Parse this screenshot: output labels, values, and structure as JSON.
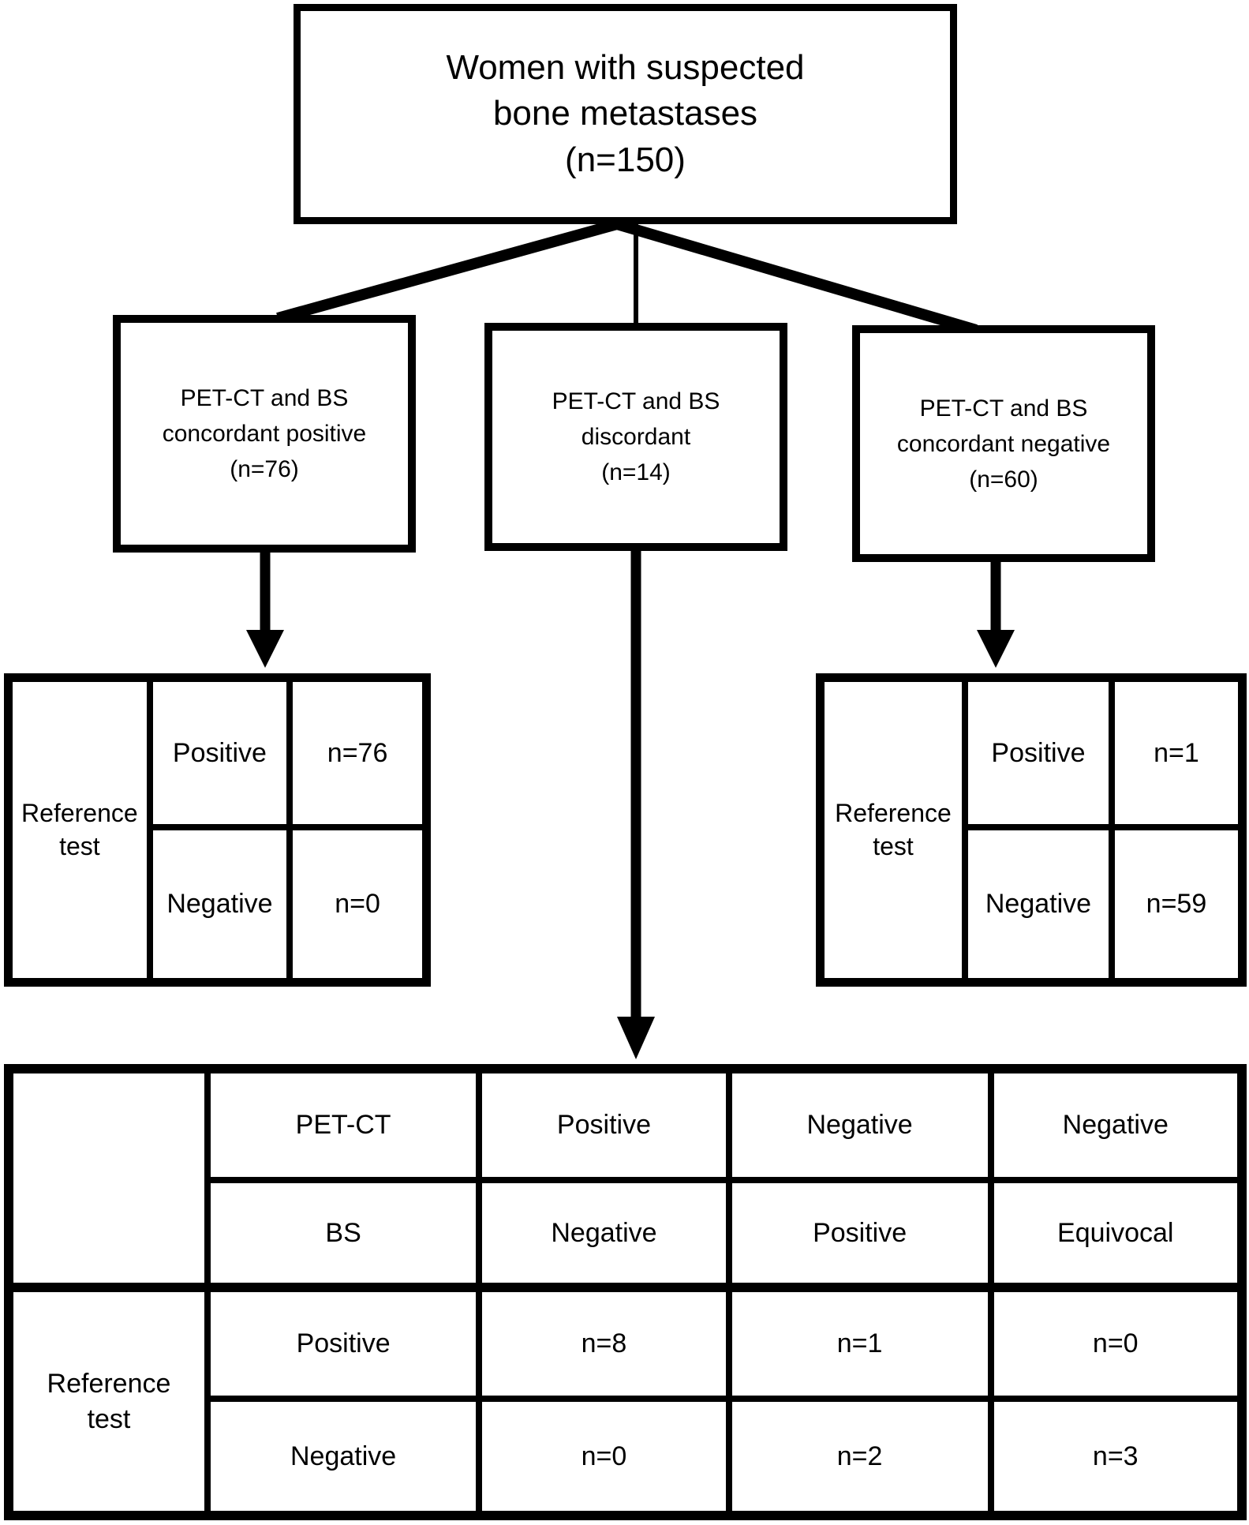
{
  "flowchart": {
    "root": {
      "lines": [
        "Women with suspected",
        "bone metastases",
        "(n=150)"
      ]
    },
    "branches": [
      {
        "lines": [
          "PET-CT and BS",
          "concordant positive",
          "(n=76)"
        ]
      },
      {
        "lines": [
          "PET-CT and BS",
          "discordant",
          "(n=14)"
        ]
      },
      {
        "lines": [
          "PET-CT and BS",
          "concordant negative",
          "(n=60)"
        ]
      }
    ],
    "left_table": {
      "row_header": "Reference test",
      "rows": [
        {
          "label": "Positive",
          "value": "n=76"
        },
        {
          "label": "Negative",
          "value": "n=0"
        }
      ]
    },
    "right_table": {
      "row_header": "Reference test",
      "rows": [
        {
          "label": "Positive",
          "value": "n=1"
        },
        {
          "label": "Negative",
          "value": "n=59"
        }
      ]
    },
    "bottom_table": {
      "row_header": "Reference test",
      "header_rows": [
        {
          "label": "PET-CT",
          "cells": [
            "Positive",
            "Negative",
            "Negative"
          ]
        },
        {
          "label": "BS",
          "cells": [
            "Negative",
            "Positive",
            "Equivocal"
          ]
        }
      ],
      "data_rows": [
        {
          "label": "Positive",
          "cells": [
            "n=8",
            "n=1",
            "n=0"
          ]
        },
        {
          "label": "Negative",
          "cells": [
            "n=0",
            "n=2",
            "n=3"
          ]
        }
      ]
    },
    "colors": {
      "line": "#000000",
      "background": "#ffffff"
    }
  }
}
